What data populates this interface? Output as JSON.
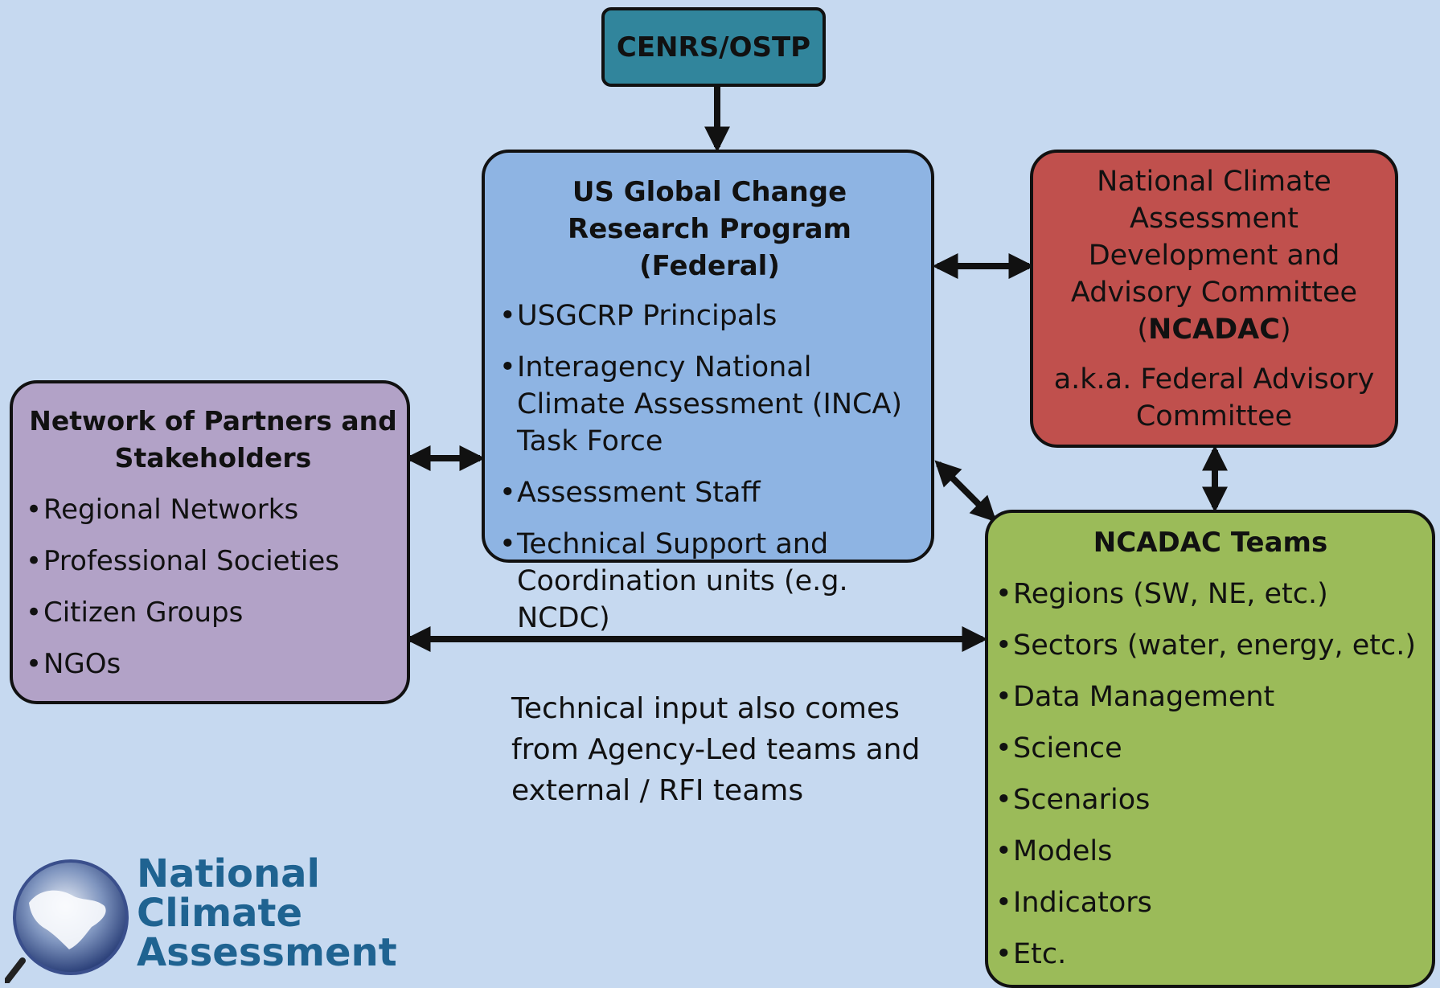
{
  "cenrs": {
    "label": "CENRS/OSTP"
  },
  "usgcrp": {
    "title": "US Global Change Research Program (Federal)",
    "items": [
      "USGCRP Principals",
      "Interagency National Climate Assessment (INCA) Task Force",
      "Assessment Staff",
      "Technical Support and Coordination units (e.g. NCDC)"
    ]
  },
  "ncadac": {
    "name_pre": "National Climate Assessment Development and Advisory Committee (",
    "acronym": "NCADAC",
    "name_post": ")",
    "aka": "a.k.a. Federal Advisory Committee"
  },
  "network": {
    "title": "Network of Partners and Stakeholders",
    "items": [
      "Regional Networks",
      "Professional Societies",
      "Citizen Groups",
      "NGOs"
    ]
  },
  "teams": {
    "title": "NCADAC Teams",
    "items": [
      "Regions (SW, NE, etc.)",
      "Sectors (water, energy, etc.)",
      "Data Management",
      "Science",
      "Scenarios",
      "Models",
      "Indicators",
      "Etc."
    ]
  },
  "note": {
    "text": "Technical input also comes from Agency-Led teams and external / RFI teams"
  },
  "logo": {
    "line1": "National",
    "line2": "Climate",
    "line3": "Assessment"
  },
  "colors": {
    "background": "#c6d9f0",
    "cenrs": "#31859c",
    "usgcrp": "#8eb4e3",
    "ncadac": "#c0504d",
    "network": "#b2a2c7",
    "teams": "#9bbb59",
    "logo_text": "#1f6391"
  }
}
